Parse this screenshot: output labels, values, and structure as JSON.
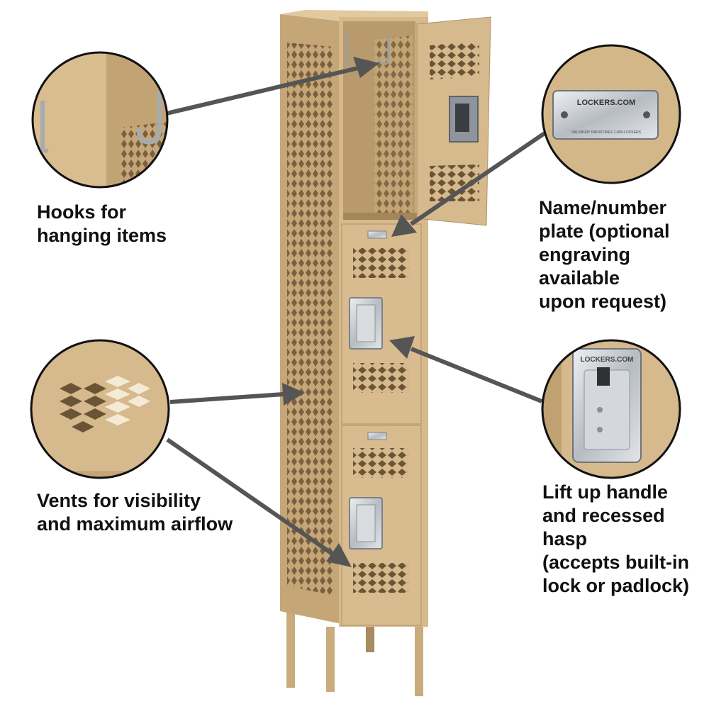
{
  "callouts": {
    "hooks": {
      "label": "Hooks for\nhanging items"
    },
    "plate": {
      "label": "Name/number\nplate (optional\nengraving available\nupon request)",
      "plate_text": "LOCKERS.COM",
      "plate_subtext": "SALSBURY INDUSTRIES  1-800-LOCKERS"
    },
    "vents": {
      "label": "Vents for visibility\nand maximum airflow"
    },
    "handle": {
      "label": "Lift up handle\nand recessed hasp\n(accepts built-in\nlock or padlock)",
      "handle_text": "LOCKERS.COM"
    }
  },
  "colors": {
    "locker_tan": "#d6b98c",
    "locker_shadow": "#b89a6c",
    "locker_dark": "#8f734c",
    "arrow": "#555555",
    "circle_border": "#111111",
    "steel": "#c9cdd2"
  },
  "locker": {
    "tiers": 3,
    "top_door_state": "open"
  }
}
